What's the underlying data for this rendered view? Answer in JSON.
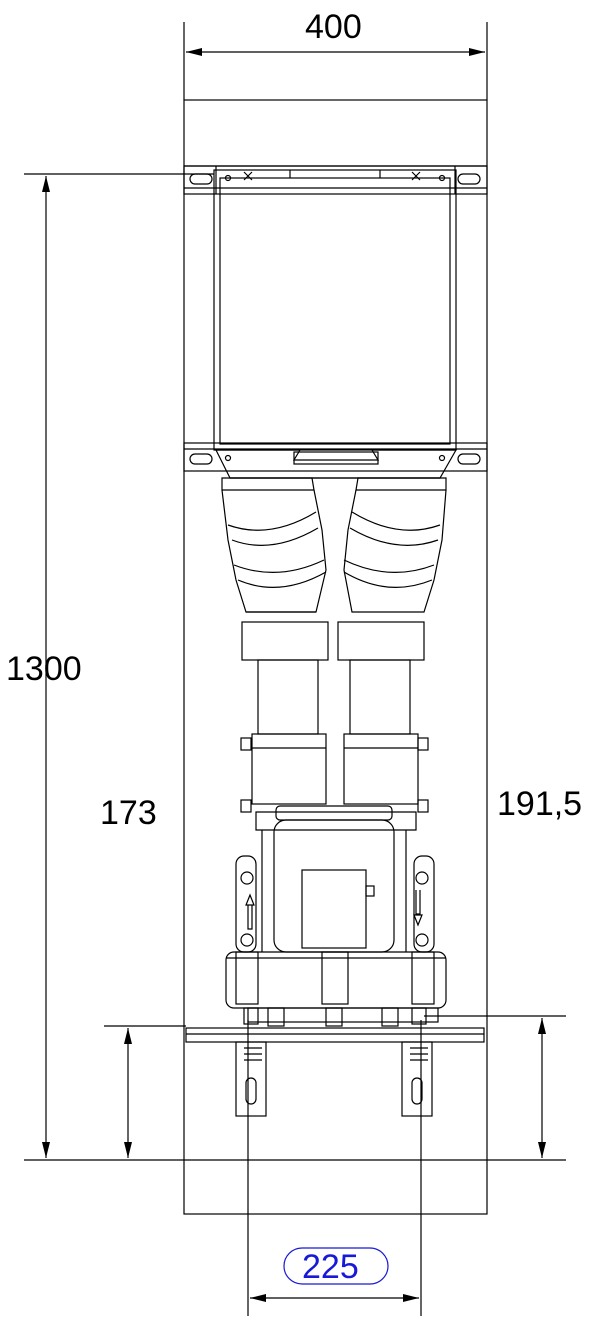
{
  "dimensions": {
    "width": "400",
    "height": "1300",
    "left_bottom": "173",
    "right_bottom": "191,5",
    "spacing": "225"
  },
  "colors": {
    "line": "#000000",
    "highlight_dimension": "#1818d8"
  }
}
